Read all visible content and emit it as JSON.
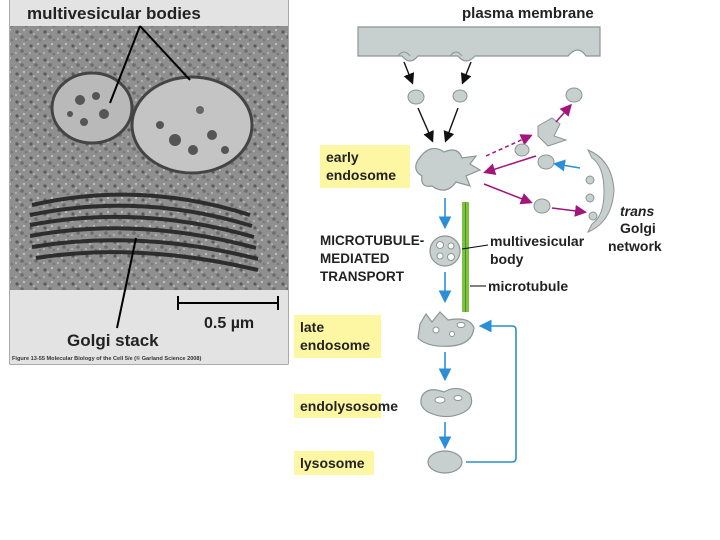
{
  "micrograph": {
    "label_multivesicular_bodies": "multivesicular bodies",
    "label_golgi_stack": "Golgi stack",
    "scale_bar_label": "0.5 µm",
    "caption": "Figure 13-55 Molecular Biology of the Cell 5/e (© Garland Science 2008)"
  },
  "diagram": {
    "plasma_membrane": "plasma membrane",
    "early_endosome": [
      "early",
      "endosome"
    ],
    "microtubule_mediated_transport": [
      "MICROTUBULE-",
      "MEDIATED",
      "TRANSPORT"
    ],
    "multivesicular_body": [
      "multivesicular",
      "body"
    ],
    "microtubule": "microtubule",
    "trans_golgi_network": [
      "trans",
      "Golgi",
      "network"
    ],
    "late_endosome": [
      "late",
      "endosome"
    ],
    "endolysosome": "endolysosome",
    "lysosome": "lysosome"
  },
  "colors": {
    "highlight": "#fdf6a3",
    "organelle_fill": "#c8cfcf",
    "organelle_stroke": "#8d9595",
    "arrow_blue": "#2a8fd6",
    "arrow_magenta": "#a4157c",
    "microtubule_green": "#7cc243"
  }
}
